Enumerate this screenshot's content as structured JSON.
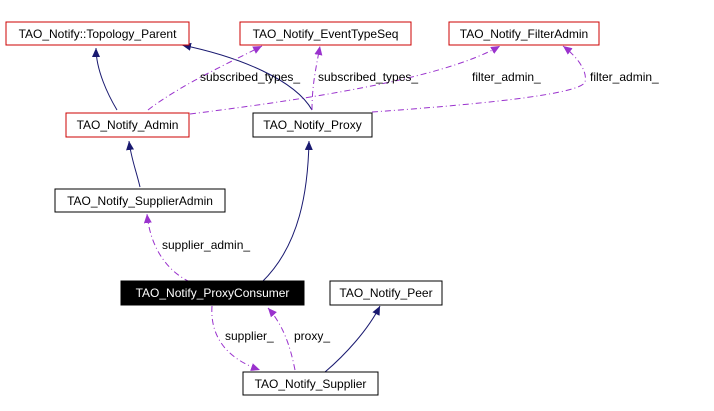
{
  "diagram": {
    "nodes": {
      "topology_parent": {
        "label": "TAO_Notify::Topology_Parent",
        "border": "#cc0000"
      },
      "event_type_seq": {
        "label": "TAO_Notify_EventTypeSeq",
        "border": "#cc0000"
      },
      "filter_admin": {
        "label": "TAO_Notify_FilterAdmin",
        "border": "#cc0000"
      },
      "admin": {
        "label": "TAO_Notify_Admin",
        "border": "#cc0000"
      },
      "proxy": {
        "label": "TAO_Notify_Proxy",
        "border": "#000000"
      },
      "supplier_admin": {
        "label": "TAO_Notify_SupplierAdmin",
        "border": "#000000"
      },
      "proxy_consumer": {
        "label": "TAO_Notify_ProxyConsumer",
        "border": "#000000",
        "fill": "#000000",
        "text_color": "#ffffff"
      },
      "peer": {
        "label": "TAO_Notify_Peer",
        "border": "#000000"
      },
      "supplier": {
        "label": "TAO_Notify_Supplier",
        "border": "#000000"
      }
    },
    "edge_labels": {
      "subscribed_types_1": "subscribed_types_",
      "subscribed_types_2": "subscribed_types_",
      "filter_admin_1": "filter_admin_",
      "filter_admin_2": "filter_admin_",
      "supplier_admin": "supplier_admin_",
      "supplier": "supplier_",
      "proxy": "proxy_"
    },
    "colors": {
      "inheritance": "#191970",
      "usage": "#9a32cd"
    }
  }
}
